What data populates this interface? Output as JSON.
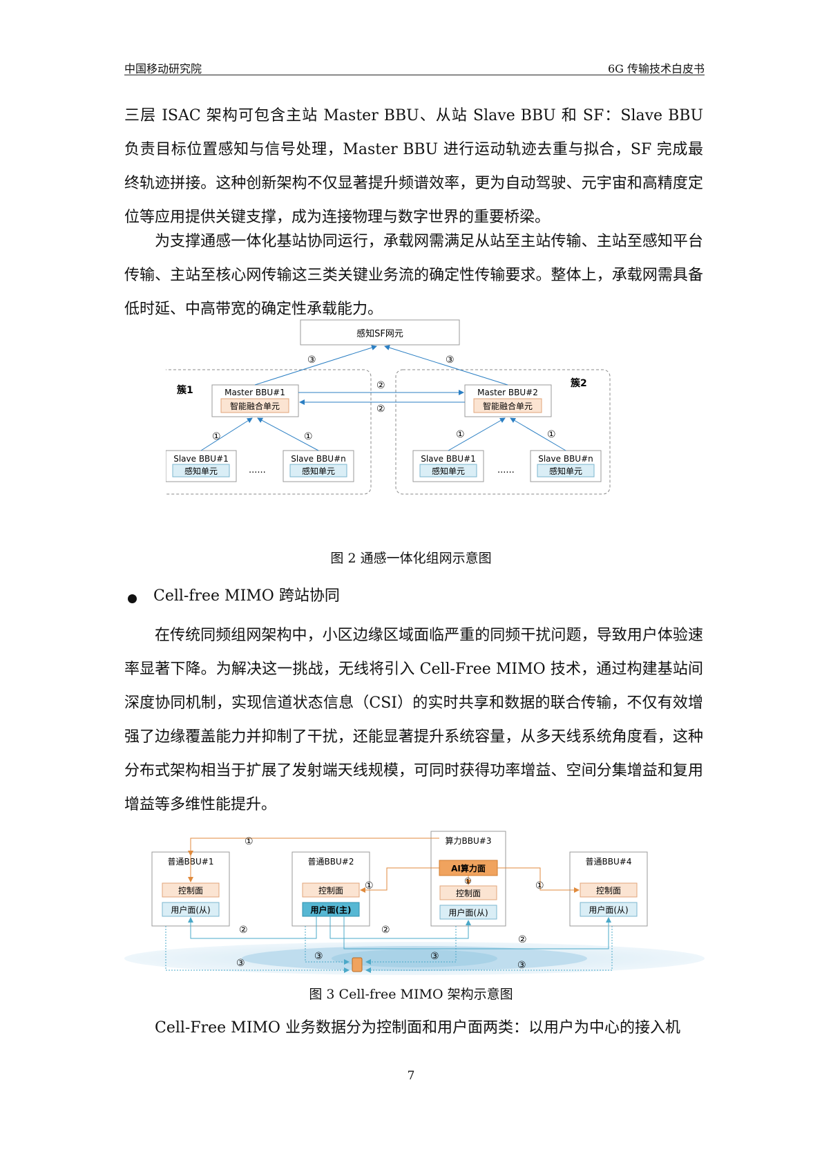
{
  "header": {
    "left": "中国移动研究院",
    "right": "6G 传输技术白皮书"
  },
  "paragraphs": {
    "p1": "三层 ISAC 架构可包含主站 Master BBU、从站 Slave BBU 和 SF：Slave BBU 负责目标位置感知与信号处理，Master BBU 进行运动轨迹去重与拟合，SF 完成最终轨迹拼接。这种创新架构不仅显著提升频谱效率，更为自动驾驶、元宇宙和高精度定位等应用提供关键支撑，成为连接物理与数字世界的重要桥梁。",
    "p2": "为支撑通感一体化基站协同运行，承载网需满足从站至主站传输、主站至感知平台传输、主站至核心网传输这三类关键业务流的确定性传输要求。整体上，承载网需具备低时延、中高带宽的确定性承载能力。",
    "p3": "在传统同频组网架构中，小区边缘区域面临严重的同频干扰问题，导致用户体验速率显著下降。为解决这一挑战，无线将引入 Cell-Free MIMO 技术，通过构建基站间深度协同机制，实现信道状态信息（CSI）的实时共享和数据的联合传输，不仅有效增强了边缘覆盖能力并抑制了干扰，还能显著提升系统容量，从多天线系统角度看，这种分布式架构相当于扩展了发射端天线规模，可同时获得功率增益、空间分集增益和复用增益等多维性能提升。",
    "p4": "Cell-Free MIMO 业务数据分为控制面和用户面两类：以用户为中心的接入机"
  },
  "bullet": "Cell-free MIMO 跨站协同",
  "figure2": {
    "caption": "图 2  通感一体化组网示意图",
    "sf": "感知SF网元",
    "cluster1": "簇1",
    "cluster2": "簇2",
    "master1": "Master BBU#1",
    "master2": "Master BBU#2",
    "fusion": "智能融合单元",
    "slave1": "Slave BBU#1",
    "slaven": "Slave BBU#n",
    "sense": "感知单元",
    "dots": "......",
    "c1": "①",
    "c2": "②",
    "c3": "③"
  },
  "figure3": {
    "caption": "图 3 Cell-free MIMO 架构示意图",
    "bbu1": "普通BBU#1",
    "bbu2": "普通BBU#2",
    "bbu3": "算力BBU#3",
    "bbu4": "普通BBU#4",
    "ai": "AI算力面",
    "ctrl": "控制面",
    "user_slave": "用户面(从)",
    "user_master": "用户面(主)",
    "c1": "①",
    "c2": "②",
    "c3": "③"
  },
  "page_number": "7"
}
